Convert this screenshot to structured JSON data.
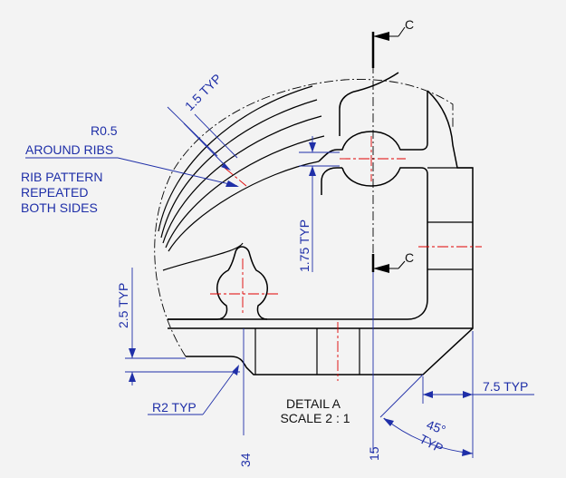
{
  "detail": {
    "title": "DETAIL A",
    "scale": "SCALE 2 : 1"
  },
  "section_marker": {
    "top_label": "C",
    "bottom_label": "C"
  },
  "notes": {
    "radius": "R0.5",
    "around_ribs": "AROUND RIBS",
    "rib_line1": "RIB PATTERN",
    "rib_line2": "REPEATED",
    "rib_line3": "BOTH SIDES"
  },
  "dimensions": {
    "rib_pitch": "1.5 TYP",
    "height_1": "1.75 TYP",
    "height_2": "2.5 TYP",
    "radius_typ": "R2 TYP",
    "horiz_34": "34",
    "horiz_15": "15",
    "width_75": "7.5 TYP",
    "angle": "45°",
    "angle_typ": "TYP"
  },
  "colors": {
    "background": "#f3f3f3",
    "dimension": "#1f2fa8",
    "centerline": "#e00000",
    "object": "#000000"
  }
}
